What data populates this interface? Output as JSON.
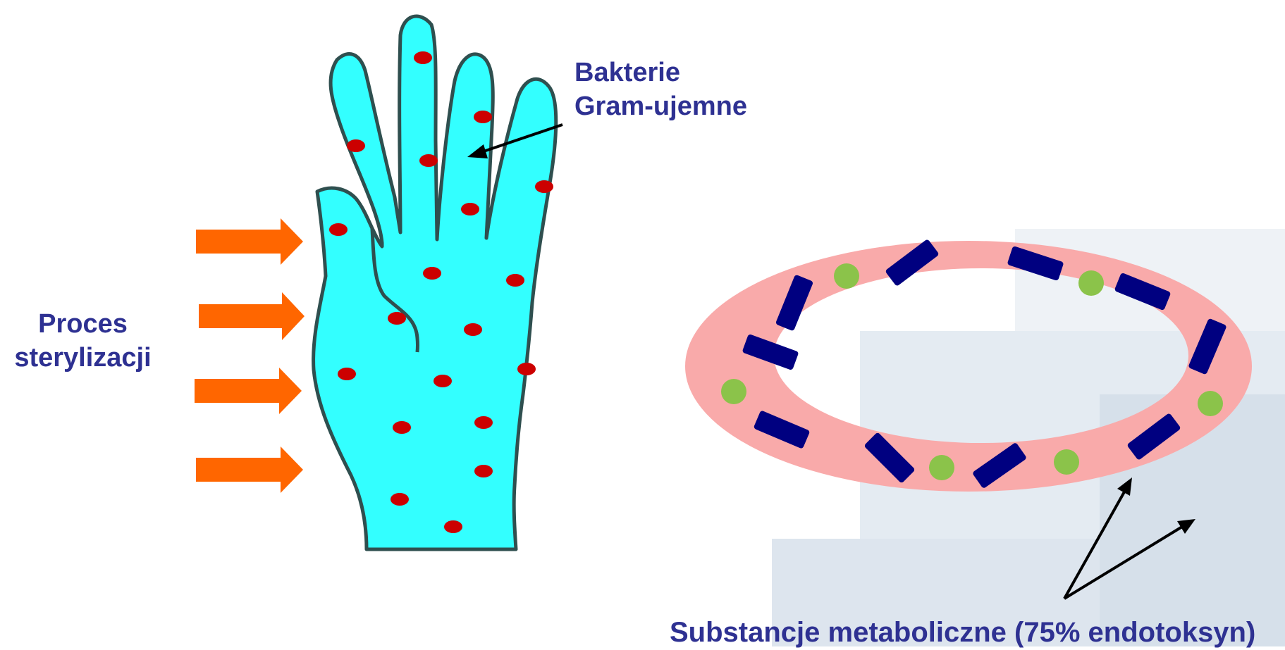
{
  "labels": {
    "bacteria_line1": "Bakterie",
    "bacteria_line2": "Gram-ujemne",
    "sterilization_line1": "Proces",
    "sterilization_line2": "sterylizacji",
    "metabolic": "Substancje metaboliczne (75% endotoksyn)"
  },
  "colors": {
    "label_text": "#2e3192",
    "hand_fill": "#33ffff",
    "hand_outline": "#2f4f4f",
    "bacteria_dots": "#cc0000",
    "sterilization_arrows": "#ff6600",
    "ring_fill": "#f9aaaa",
    "endotoxin_rods": "#000080",
    "metabolite_dots": "#8bc34a",
    "pointer_arrows": "#000000",
    "background_tint": "#dfe7ef"
  },
  "icons": {
    "hand": "gloved-hand-icon",
    "sterilization_arrows": "right-arrow-icon",
    "ring": "bacterial-cell-ring-icon"
  }
}
